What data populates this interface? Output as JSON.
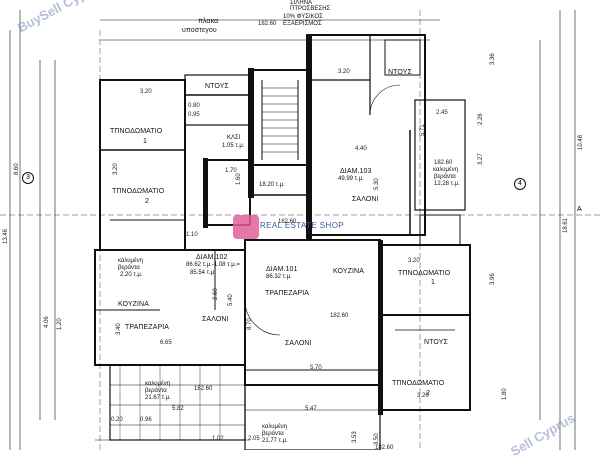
{
  "watermarks": {
    "top_left": "BuySell Cyprus",
    "bottom_right": "Sell Cyprus",
    "center": "REAL ESTATE SHOP"
  },
  "annotations": {
    "top_note_1": "ΣΙΛΗΝΑ",
    "top_note_2": "ΠΤΡΟΣΒΕΣΗΣ",
    "top_note_3": "10% ΦΥΣΙΚΟΣ",
    "top_note_4": "ΕΞΑΕΡΙΣΜΟΣ",
    "slab_1": "πλακα",
    "slab_2": "υποστεγου"
  },
  "rooms": {
    "wc_top_left": "ΝΤΟΥΣ",
    "wc_top_right": "ΝΤΟΥΣ",
    "bedroom_1_left_a": "ΤΠΝΟΔΩΜΑΤΙΟ",
    "bedroom_1_left_b": "1",
    "bedroom_2_left_a": "ΤΠΝΟΔΩΜΑΤΙΟ",
    "bedroom_2_left_b": "2",
    "closet_left": "ΚΛΣΙ",
    "closet_left_area": "1.05 τ.μ.",
    "apt_103": "ΔΙΑΜ.103",
    "apt_103_area": "49.99 τ.μ.",
    "saloni_103": "ΣΑΛΟΝΙ",
    "veranda_right_a": "καλυμένη",
    "veranda_right_b": "βεράντα",
    "veranda_right_area": "12.28 τ.μ.",
    "lift_area": "18.20 τ.μ.",
    "veranda_left_a": "καλυμένη",
    "veranda_left_b": "βεράντα",
    "veranda_left_area": "2.20 τ.μ.",
    "apt_102": "ΔΙΑΜ.102",
    "apt_102_area_1": "86.62 τ.μ.-1.08 τ.μ.=",
    "apt_102_area_2": "85.54 τ.μ.",
    "kitchen_102": "ΚΟΥΖΙΝΑ",
    "dining_102": "ΤΡΑΠΕΖΑΡΙΑ",
    "saloni_102": "ΣΑΛΟΝΙ",
    "apt_101": "ΔΙΑΜ.101",
    "apt_101_area": "86.32 τ.μ.",
    "kitchen_101": "ΚΟΥΖΙΝΑ",
    "dining_101": "ΤΡΑΠΕΖΑΡΙΑ",
    "saloni_101": "ΣΑΛΟΝΙ",
    "bedroom_1_right_a": "ΤΠΝΟΔΩΜΑΤΙΟ",
    "bedroom_1_right_b": "1",
    "wc_bottom_right": "ΝΤΟΥΣ",
    "bedroom_2_right_a": "ΤΠΝΟΔΩΜΑΤΙΟ",
    "bedroom_2_right_b": "2",
    "veranda_bottom_a": "καλυμένη",
    "veranda_bottom_b": "βεράντα",
    "veranda_bottom_area": "21.67 τ.μ.",
    "veranda_bottom2_a": "καλυμένη",
    "veranda_bottom2_b": "βεράντα",
    "veranda_bottom2_area": "21.77 τ.μ."
  },
  "levels": {
    "lvl_top": "182.60",
    "lvl_right": "182.60",
    "lvl_center": "182.60",
    "lvl_lift": "182.60",
    "lvl_bottom": "182.60",
    "lvl_bottom_left": "182.60"
  },
  "dimensions": {
    "d_320_a": "3.20",
    "d_320_b": "3.20",
    "d_320_c": "3.20",
    "d_320_d": "3.20",
    "d_440": "4.40",
    "d_245": "2.45",
    "d_080": "0.80",
    "d_095": "0.95",
    "d_170": "1.70",
    "d_160": "1.60",
    "d_110": "1.10",
    "d_665": "6.65",
    "d_570": "5.70",
    "d_582": "5.82",
    "d_547": "5.47",
    "d_096": "0.96",
    "d_020": "0.20",
    "d_102": "1.02",
    "d_205": "2.05",
    "d_353": "3.53",
    "d_350": "3.50",
    "d_260": "2.60",
    "d_540": "5.40",
    "d_870": "8.70",
    "d_340": "3.40",
    "d_571": "5.71",
    "d_530": "5.30",
    "d_1346": "13.46",
    "d_1861": "18.61",
    "d_1048": "10.48",
    "d_860": "8.60",
    "d_406": "4.06",
    "d_120": "1.20",
    "d_180": "1.80",
    "d_396": "3.96",
    "d_226": "2.26",
    "d_327": "3.27",
    "d_336": "3.36"
  },
  "grid_marks": {
    "left_axis": "3",
    "right_axis": "4",
    "section_a": "A"
  }
}
